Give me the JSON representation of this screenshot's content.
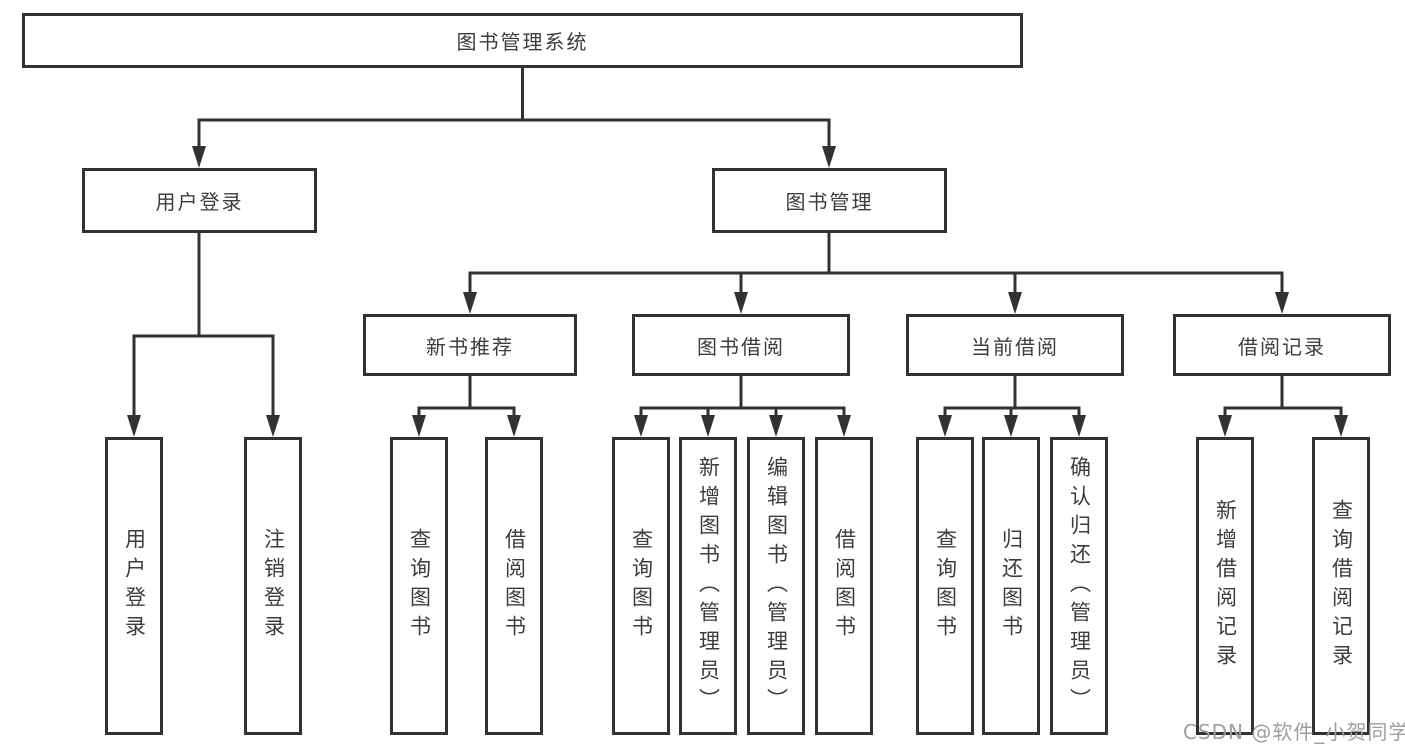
{
  "diagram": {
    "root": {
      "label": "图书管理系统"
    },
    "level2": [
      {
        "label": "用户登录"
      },
      {
        "label": "图书管理"
      }
    ],
    "level3": [
      {
        "label": "新书推荐"
      },
      {
        "label": "图书借阅"
      },
      {
        "label": "当前借阅"
      },
      {
        "label": "借阅记录"
      }
    ],
    "leaves": {
      "user_login": [
        "用户登录",
        "注销登录"
      ],
      "new_book": [
        "查询图书",
        "借阅图书"
      ],
      "book_borrow": [
        "查询图书",
        "新增图书（管理员）",
        "编辑图书（管理员）",
        "借阅图书"
      ],
      "current_borrow": [
        "查询图书",
        "归还图书",
        "确认归还（管理员）"
      ],
      "borrow_record": [
        "新增借阅记录",
        "查询借阅记录"
      ]
    }
  },
  "watermark": {
    "text": "CSDN @软件_小贺同学"
  },
  "colors": {
    "line": "#323232",
    "box_border": "#323232",
    "text": "#3d3d3d",
    "watermark": "#9e9e9e",
    "background": "#ffffff"
  }
}
